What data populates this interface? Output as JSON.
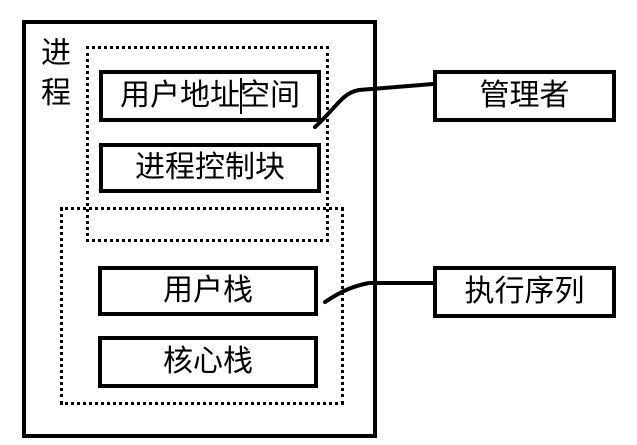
{
  "diagram": {
    "process_label": "进\n程",
    "groups": {
      "manager": {
        "label": "管理者",
        "items": [
          "用户地址空间",
          "进程控制块"
        ]
      },
      "execution": {
        "label": "执行序列",
        "items": [
          "用户栈",
          "核心栈"
        ]
      }
    }
  }
}
